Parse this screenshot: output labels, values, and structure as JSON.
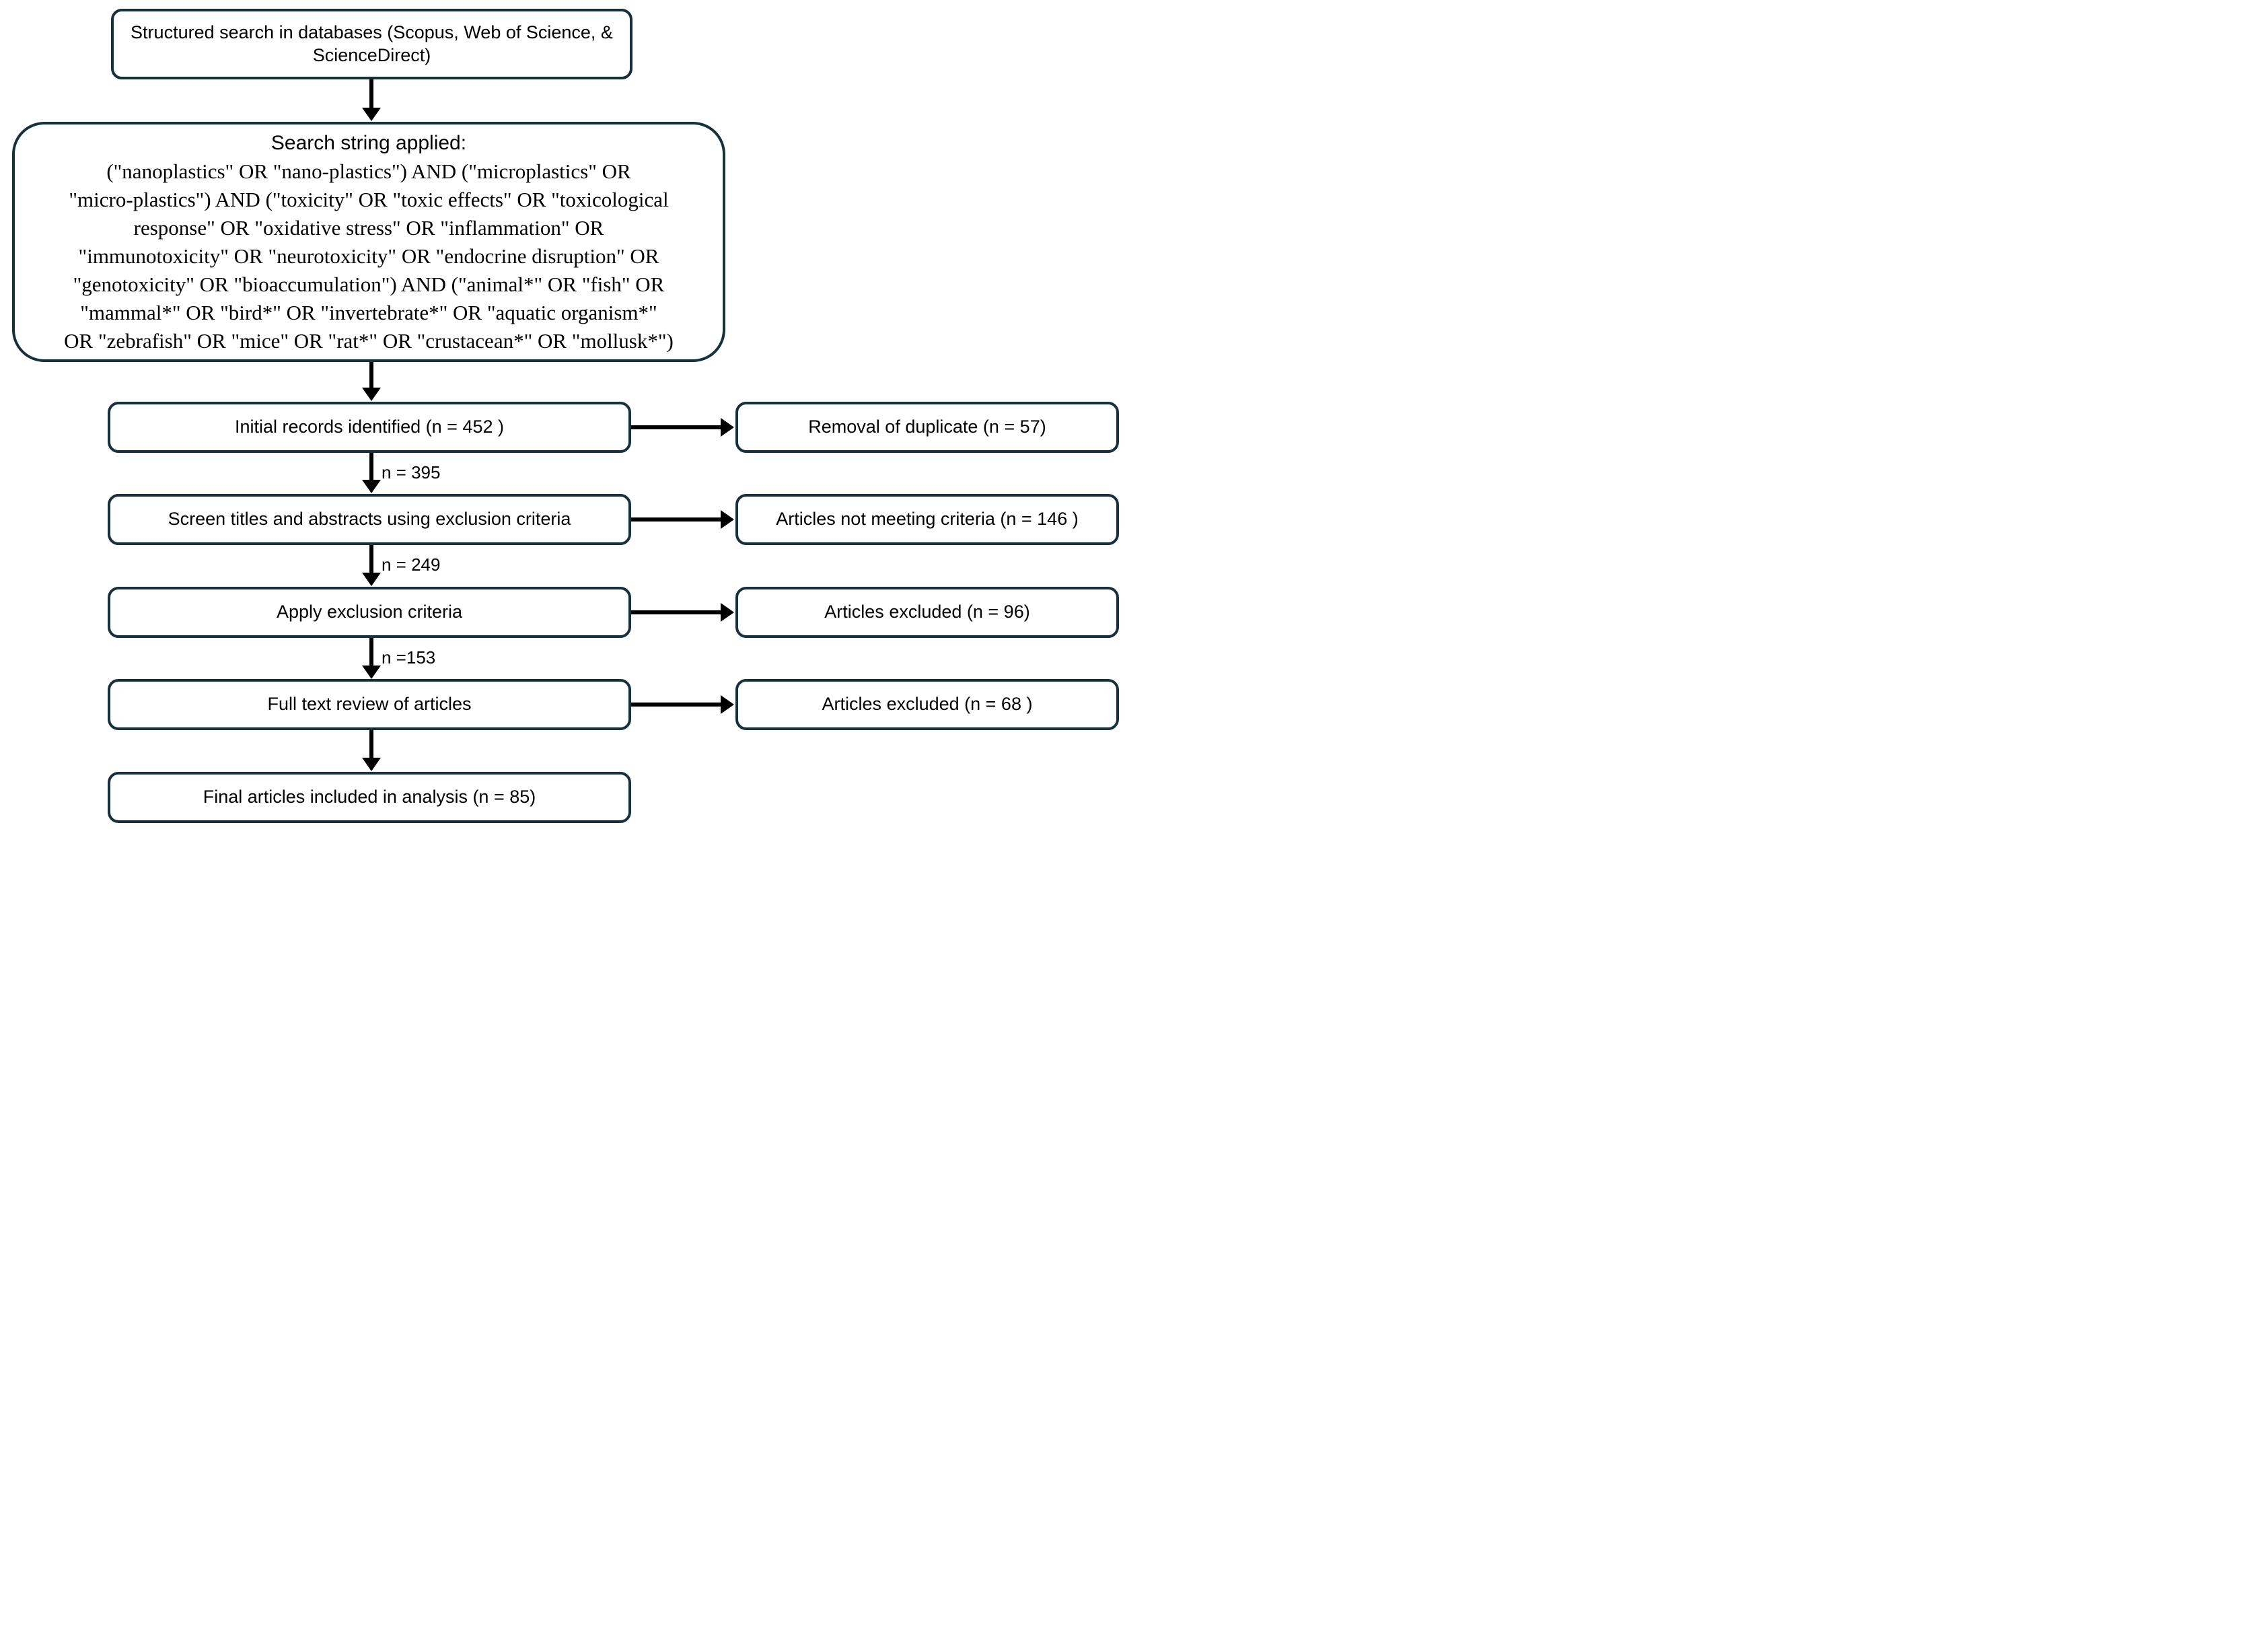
{
  "flowchart": {
    "boxes": {
      "structured_search": "Structured search in databases (Scopus, Web of Science, & ScienceDirect)",
      "search_string_heading": "Search string applied:",
      "search_string_body": "(\"nanoplastics\" OR \"nano-plastics\") AND (\"microplastics\" OR\n\"micro-plastics\") AND (\"toxicity\" OR \"toxic effects\" OR \"toxicological\nresponse\" OR \"oxidative stress\" OR \"inflammation\" OR\n\"immunotoxicity\" OR \"neurotoxicity\" OR \"endocrine disruption\" OR\n\"genotoxicity\" OR \"bioaccumulation\") AND (\"animal*\" OR \"fish\" OR\n\"mammal*\" OR \"bird*\" OR \"invertebrate*\" OR \"aquatic organism*\"\nOR \"zebrafish\" OR \"mice\" OR \"rat*\" OR \"crustacean*\" OR \"mollusk*\")",
      "initial_records": "Initial records identified (n = 452 )",
      "removal_duplicates": "Removal of duplicate  (n = 57)",
      "screen_titles": "Screen titles and abstracts using exclusion criteria",
      "articles_not_meeting": "Articles not meeting criteria  (n = 146 )",
      "apply_exclusion": "Apply exclusion criteria",
      "articles_excluded_apply": "Articles excluded  (n = 96)",
      "full_text_review": "Full text review of articles",
      "articles_excluded_fulltext": "Articles excluded  (n = 68 )",
      "final_articles": "Final articles included in analysis (n = 85)"
    },
    "arrow_labels": {
      "after_initial_records": "n = 395",
      "after_screening": "n = 249",
      "after_apply_exclusion": "n =153"
    },
    "colors": {
      "box_border": "#17303d",
      "box_fill": "#ffffff",
      "arrow_color": "#000000",
      "text_color": "#000000",
      "background": "#ffffff"
    }
  }
}
